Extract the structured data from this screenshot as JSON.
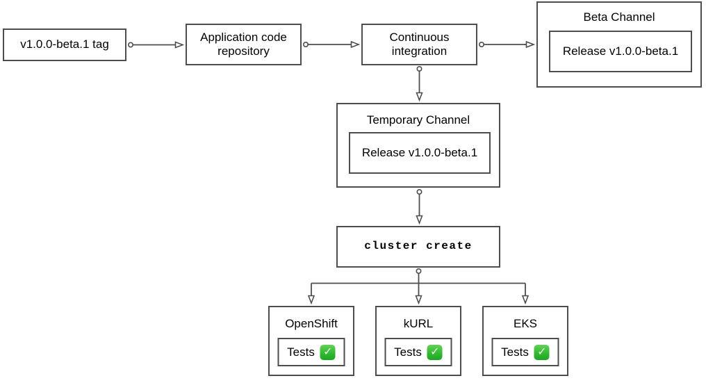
{
  "diagram": {
    "colors": {
      "stroke": "#4d4d4d",
      "text": "#000000",
      "background": "#ffffff",
      "check_green": "#2db82d"
    },
    "nodes": {
      "tag": {
        "label": "v1.0.0-beta.1 tag"
      },
      "repository": {
        "label": "Application code repository"
      },
      "ci": {
        "label": "Continuous integration"
      },
      "beta_channel": {
        "title": "Beta Channel",
        "release_label": "Release v1.0.0-beta.1"
      },
      "temporary_channel": {
        "title": "Temporary Channel",
        "release_label": "Release v1.0.0-beta.1"
      },
      "cluster_create": {
        "label": "cluster create"
      },
      "targets": [
        {
          "title": "OpenShift",
          "tests_label": "Tests",
          "icon": "check-mark-button"
        },
        {
          "title": "kURL",
          "tests_label": "Tests",
          "icon": "check-mark-button"
        },
        {
          "title": "EKS",
          "tests_label": "Tests",
          "icon": "check-mark-button"
        }
      ]
    }
  }
}
